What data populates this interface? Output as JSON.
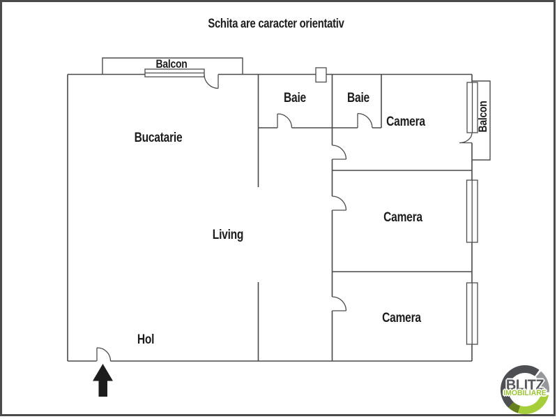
{
  "title": {
    "text": "Schita are caracter orientativ"
  },
  "rooms": {
    "balcon_top": "Balcon",
    "bucatarie": "Bucatarie",
    "baie1": "Baie",
    "baie2": "Baie",
    "camera_top": "Camera",
    "balcon_right": "Balcon",
    "living": "Living",
    "camera_mid": "Camera",
    "camera_bottom": "Camera",
    "hol": "Hol"
  },
  "logo": {
    "brand": "BLITZ",
    "tagline": "IMOBILIARE",
    "colors": {
      "ring_dark": "#4e4f53",
      "ring_light": "#96979a",
      "ring_green": "#a6cd3a",
      "ring_olive": "#66801f",
      "brand_text": "#55565a",
      "tagline_text": "#9cc636"
    }
  },
  "drawing": {
    "wall_color": "#484848",
    "background": "#ffffff",
    "entrance_arrow_color": "#1d1d1d",
    "frame_border_color": "#4b4b4b"
  }
}
